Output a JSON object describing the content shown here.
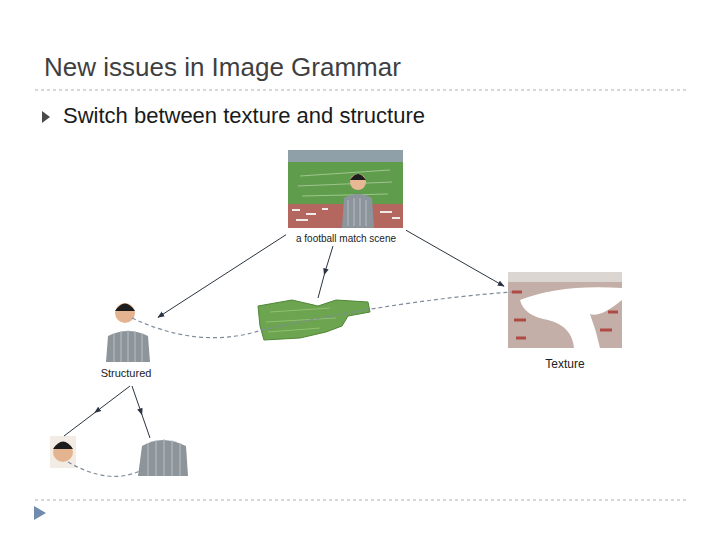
{
  "diagram": {
    "title": "New issues in Image Grammar",
    "nodes": [
      {
        "text": [
          "a football match scene"
        ]
      },
      {
        "text": [
          "Structured"
        ]
      },
      {
        "text": [
          "Texture"
        ]
      }
    ],
    "edges": [
      {
        "from": 0,
        "to": 1,
        "arrow": "to"
      },
      {
        "from": 0,
        "to": 2,
        "arrow": "to"
      }
    ],
    "labels": [
      "Switch between texture and structure"
    ]
  }
}
